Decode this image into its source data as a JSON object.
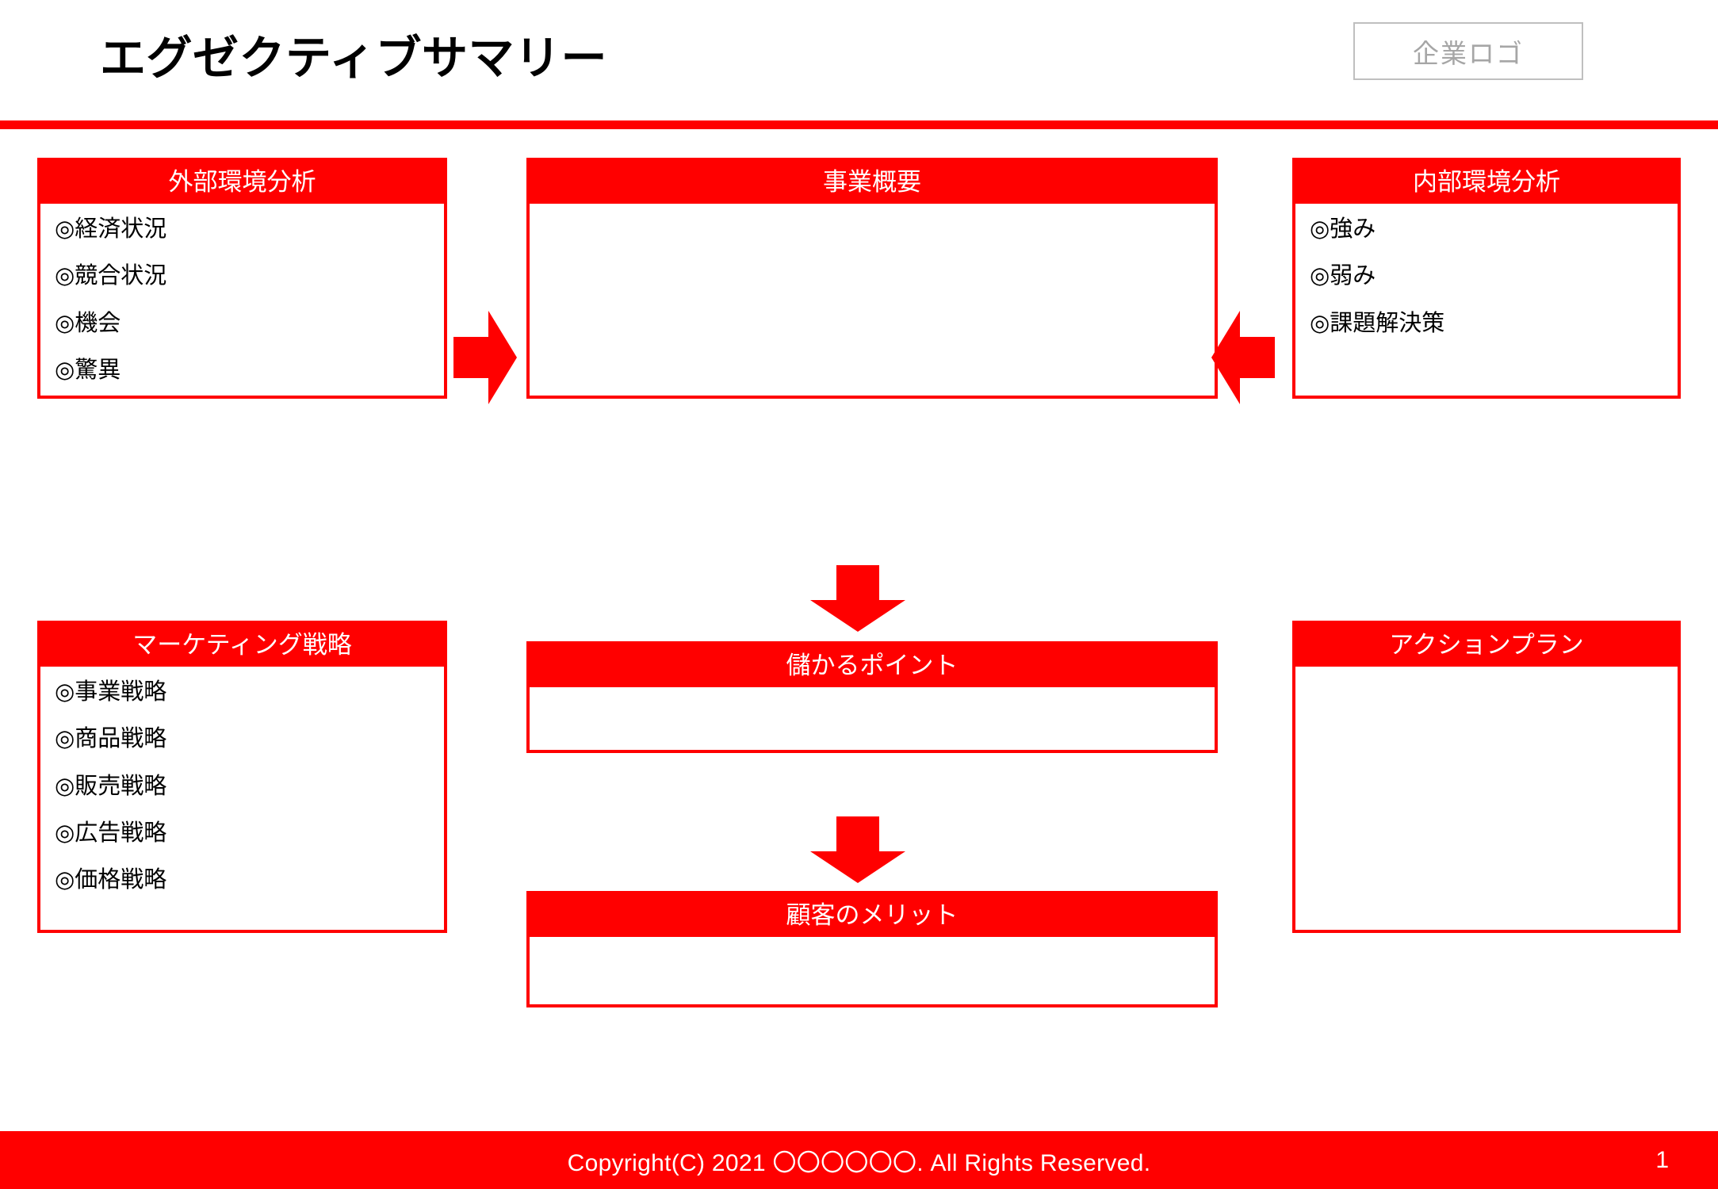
{
  "header": {
    "title": "エグゼクティブサマリー",
    "logo_placeholder": "企業ロゴ",
    "accent_color": "#FF0000"
  },
  "panels": {
    "external": {
      "heading": "外部環境分析",
      "items": [
        "◎経済状況",
        "◎競合状況",
        "◎機会",
        "◎驚異"
      ]
    },
    "overview": {
      "heading": "事業概要",
      "items": []
    },
    "internal": {
      "heading": "内部環境分析",
      "items": [
        "◎強み",
        "◎弱み",
        "◎課題解決策"
      ]
    },
    "marketing": {
      "heading": "マーケティング戦略",
      "items": [
        "◎事業戦略",
        "◎商品戦略",
        "◎販売戦略",
        "◎広告戦略",
        "◎価格戦略"
      ]
    },
    "profit": {
      "heading": "儲かるポイント",
      "items": []
    },
    "benefit": {
      "heading": "顧客のメリット",
      "items": []
    },
    "action": {
      "heading": "アクションプラン",
      "items": []
    }
  },
  "arrows": [
    {
      "name": "arrow-right-icon",
      "direction": "right"
    },
    {
      "name": "arrow-left-icon",
      "direction": "left"
    },
    {
      "name": "arrow-down-icon",
      "direction": "down"
    },
    {
      "name": "arrow-down-icon",
      "direction": "down"
    }
  ],
  "footer": {
    "copyright": "Copyright(C) 2021 〇〇〇〇〇〇. All Rights Reserved.",
    "page_number": "1",
    "background_color": "#FF0000"
  }
}
